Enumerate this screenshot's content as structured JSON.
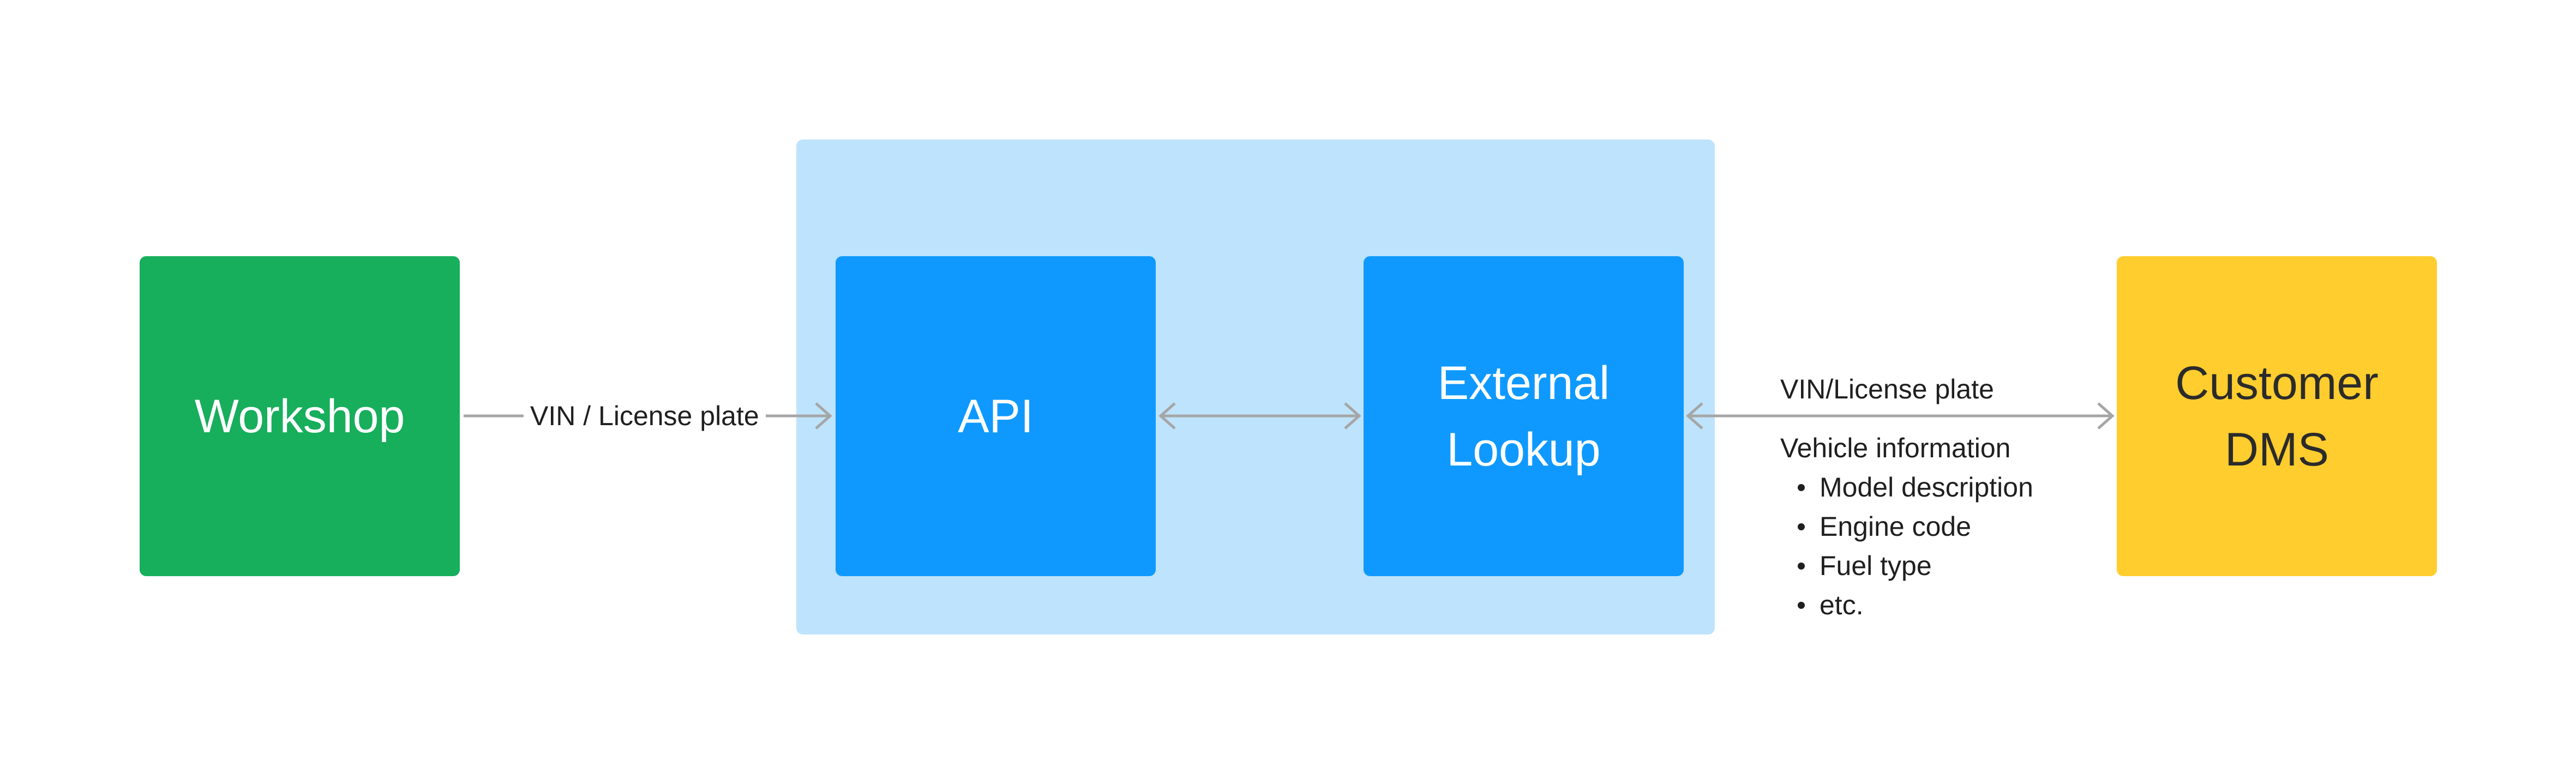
{
  "nodes": {
    "workshop": {
      "label": "Workshop"
    },
    "api": {
      "label": "API"
    },
    "external_lookup": {
      "label": "External\nLookup"
    },
    "customer_dms": {
      "label": "Customer\nDMS"
    }
  },
  "edges": {
    "workshop_to_api": {
      "label": "VIN / License plate"
    },
    "external_to_dms": {
      "label": "VIN/License plate",
      "return_label": "Vehicle information",
      "return_items": [
        "Model description",
        "Engine code",
        "Fuel type",
        "etc."
      ]
    }
  },
  "colors": {
    "workshop": "#17AE5C",
    "group_background": "#BEE3FC",
    "service_blue": "#0F99FF",
    "customer_dms": "#FFCD2E",
    "arrow": "#A6A6A6",
    "text_light": "#FFFFFF",
    "text_dark": "#2B2B2B"
  }
}
